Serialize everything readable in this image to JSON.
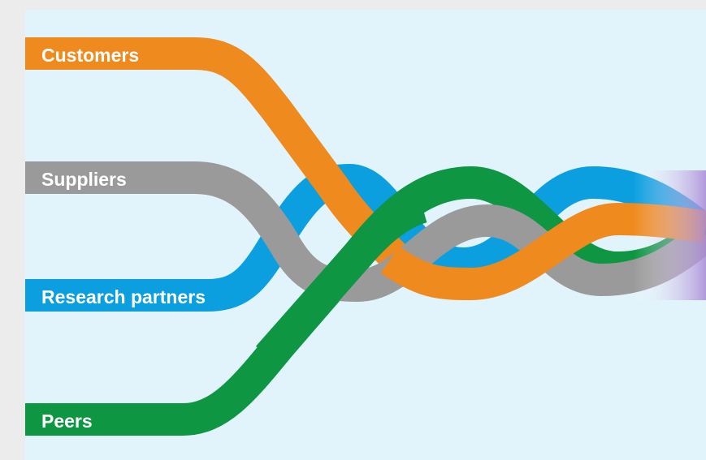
{
  "streams": [
    {
      "id": "customers",
      "label": "Customers",
      "color": "#ef8a1f"
    },
    {
      "id": "suppliers",
      "label": "Suppliers",
      "color": "#9a9a9a"
    },
    {
      "id": "research",
      "label": "Research partners",
      "color": "#0c9fe0"
    },
    {
      "id": "peers",
      "label": "Peers",
      "color": "#0e9642"
    }
  ],
  "merge_colors": [
    "#5a8ff0",
    "#a98ad6"
  ]
}
